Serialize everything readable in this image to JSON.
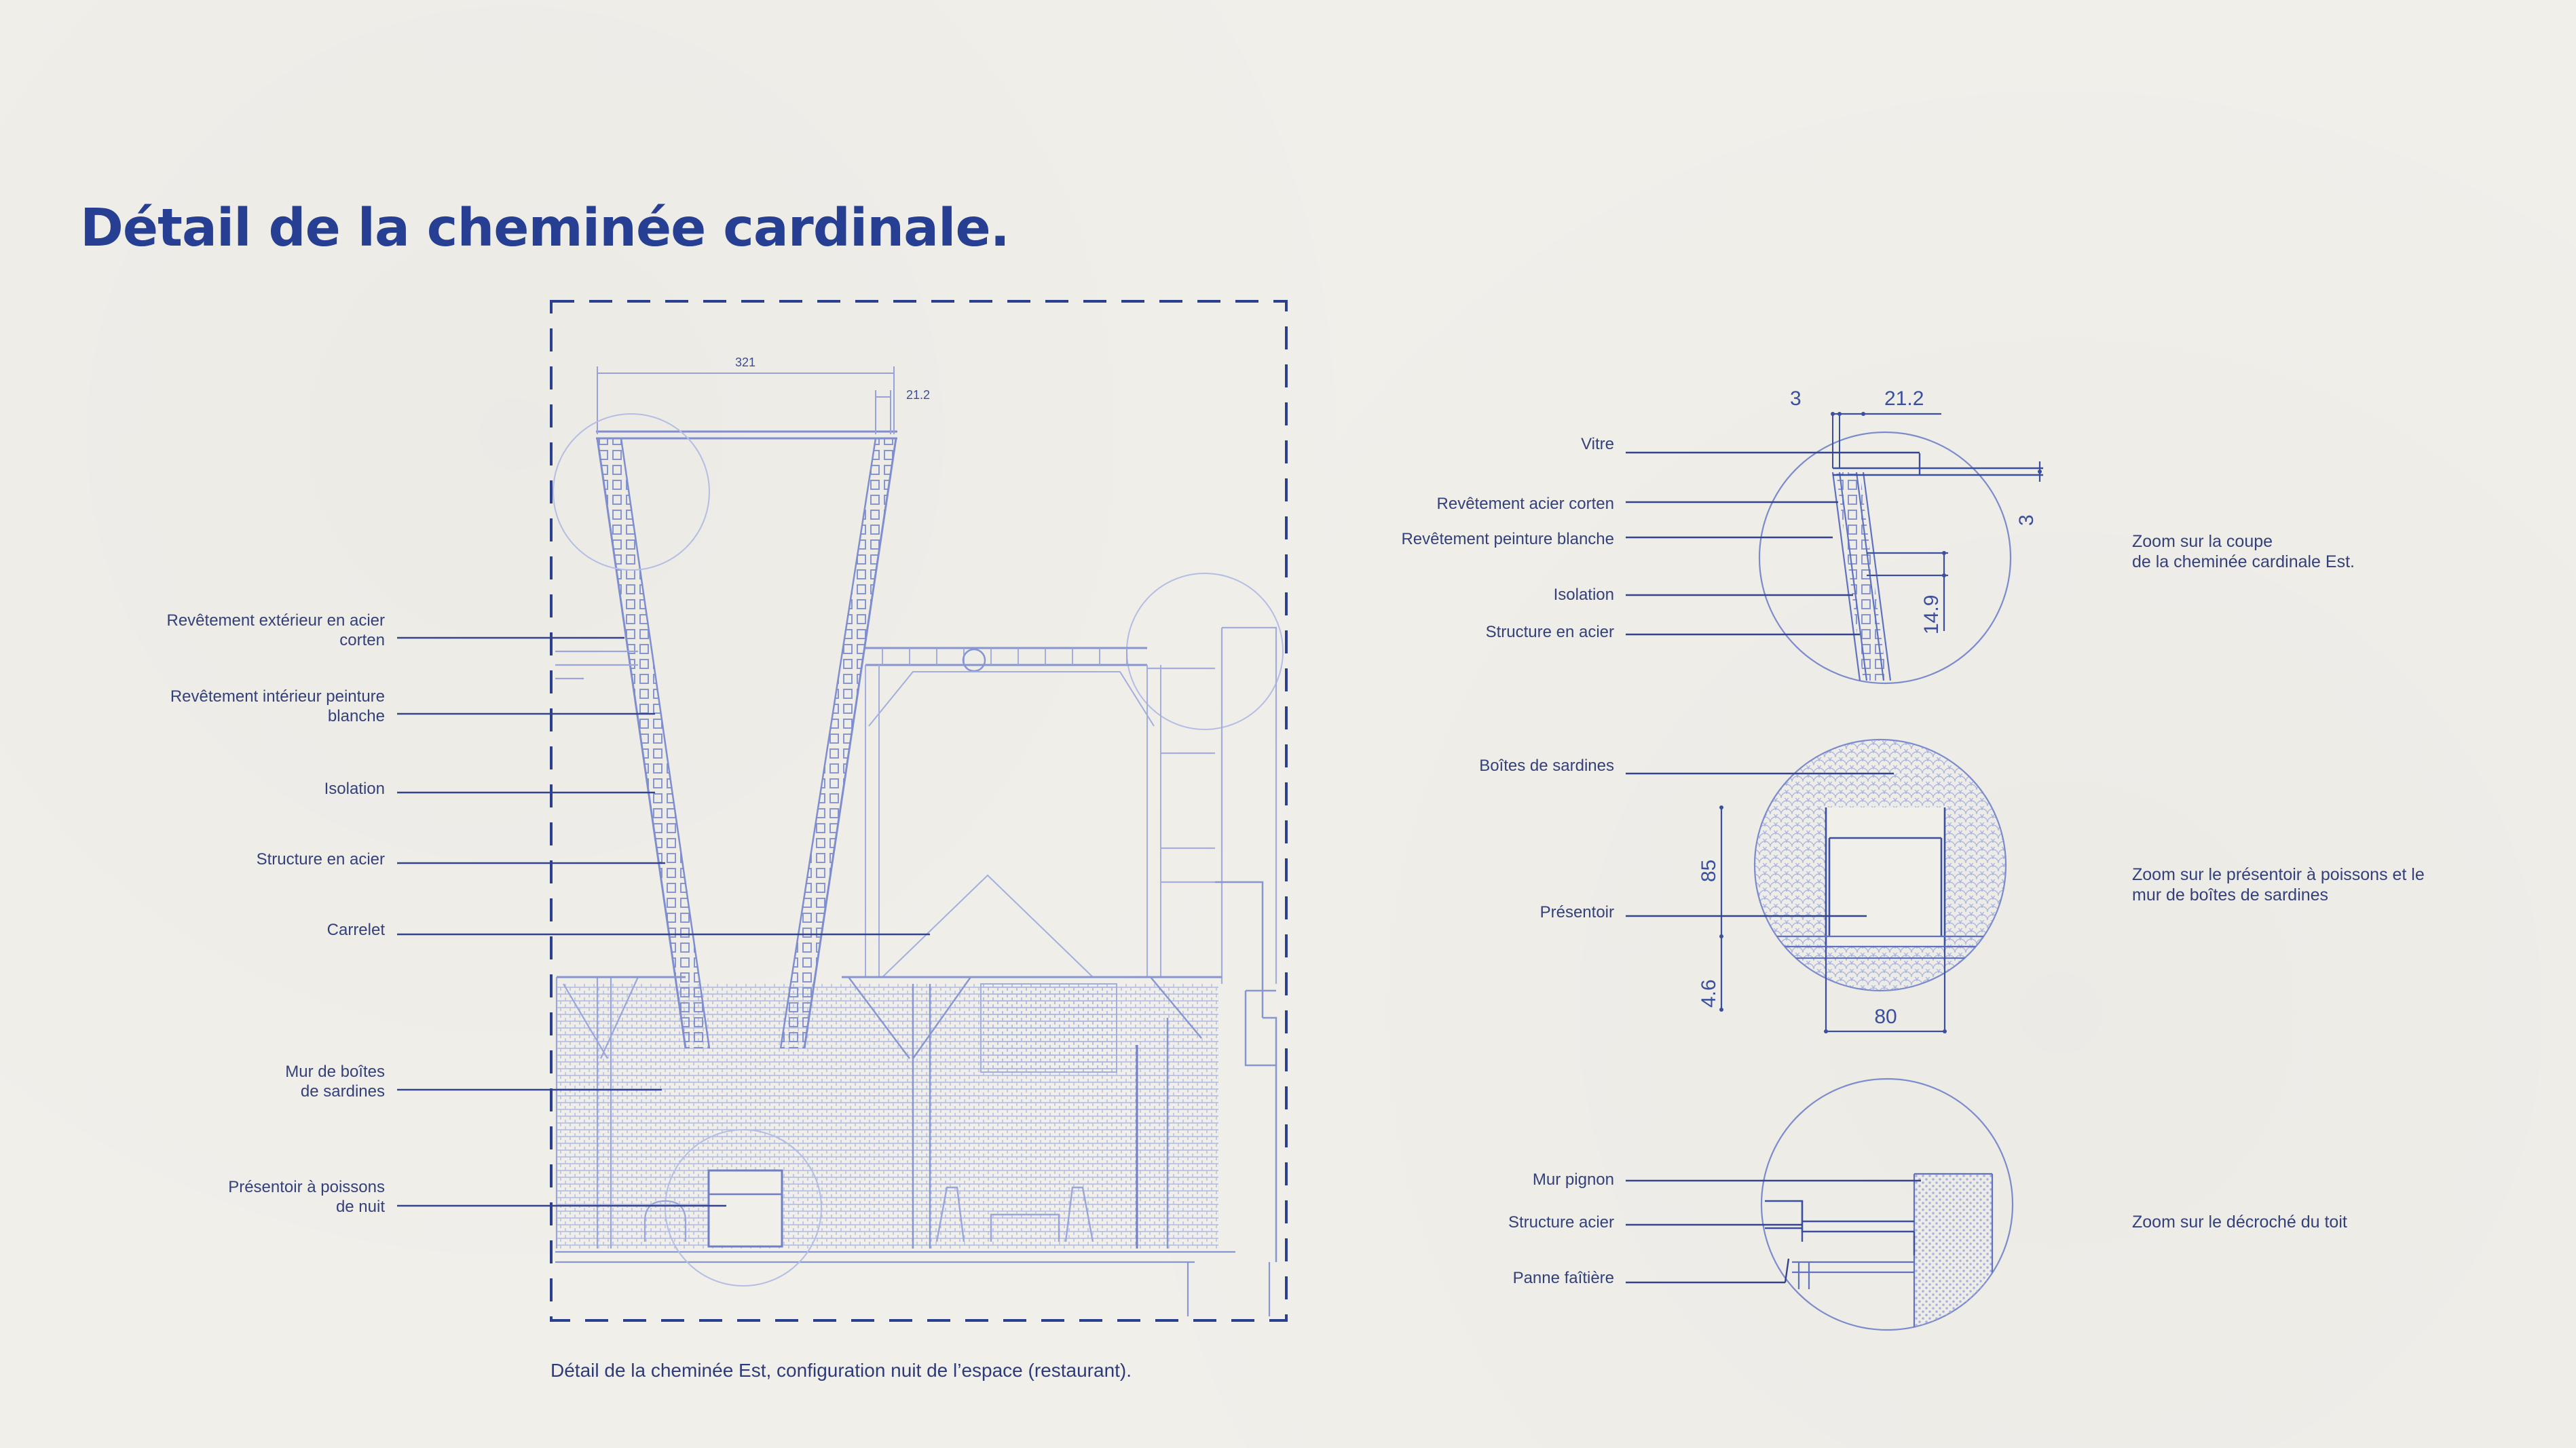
{
  "title": "Détail de la cheminée cardinale.",
  "caption": "Détail de la cheminée Est, configuration nuit de l’espace (restaurant).",
  "main_dims": {
    "width": "321",
    "wall": "21.2"
  },
  "left_labels": [
    {
      "line1": "Revêtement extérieur en acier",
      "line2": "corten"
    },
    {
      "line1": "Revêtement intérieur peinture",
      "line2": "blanche"
    },
    {
      "line1": "Isolation",
      "line2": ""
    },
    {
      "line1": "Structure en acier",
      "line2": ""
    },
    {
      "line1": "Carrelet",
      "line2": ""
    },
    {
      "line1": "Mur de boîtes",
      "line2": "de sardines"
    },
    {
      "line1": "Présentoir à poissons",
      "line2": "de nuit"
    }
  ],
  "detail1": {
    "labels": [
      "Vitre",
      "Revêtement acier corten",
      "Revêtement peinture blanche",
      "Isolation",
      "Structure en acier"
    ],
    "dims": {
      "top_a": "3",
      "top_b": "21.2",
      "right": "3",
      "height": "14.9"
    },
    "zoom_line1": "Zoom sur la coupe",
    "zoom_line2": "de la cheminée cardinale Est."
  },
  "detail2": {
    "labels": [
      "Boîtes de sardines",
      "Présentoir"
    ],
    "dims": {
      "height": "85",
      "offset": "4.6",
      "width": "80"
    },
    "zoom_line1": "Zoom sur le présentoir à poissons et le",
    "zoom_line2": "mur de boîtes de sardines"
  },
  "detail3": {
    "labels": [
      "Mur pignon",
      "Structure acier",
      "Panne faîtière"
    ],
    "zoom_line1": "Zoom sur le décroché du toit"
  },
  "colors": {
    "title": "#263f93",
    "line": "#3a4f9e",
    "drawing": "#8d9bd4"
  }
}
